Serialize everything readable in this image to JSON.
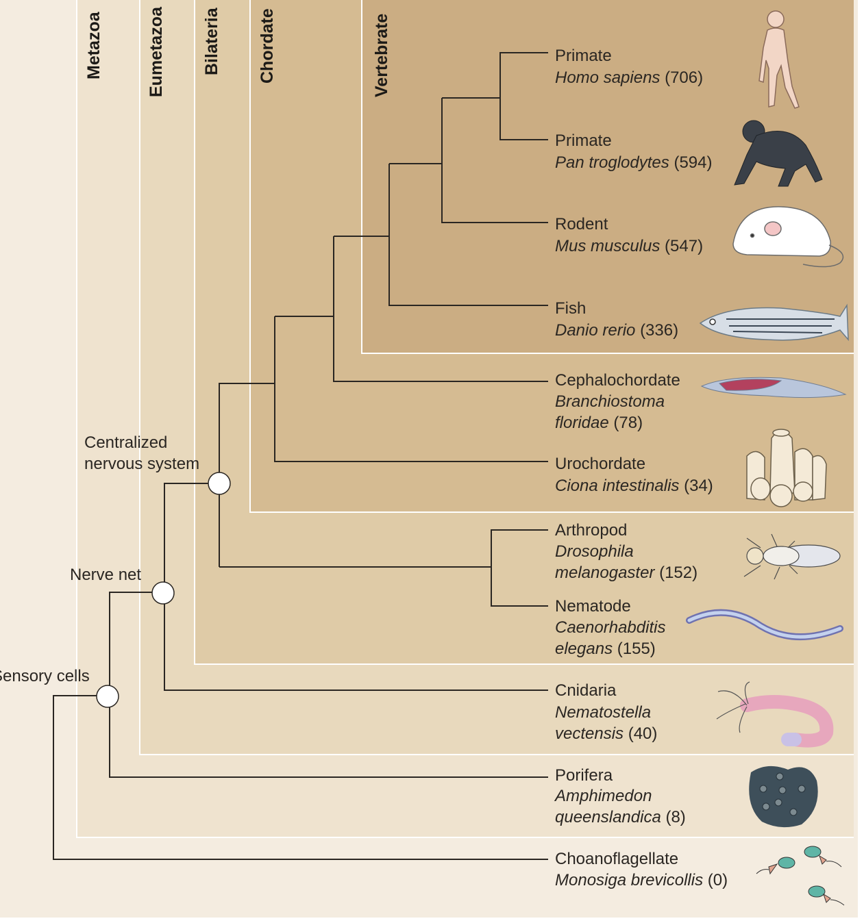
{
  "clades": [
    {
      "id": "metazoa",
      "label": "Metazoa",
      "color": "#efe3cf"
    },
    {
      "id": "eumetazoa",
      "label": "Eumetazoa",
      "color": "#e8d9bd"
    },
    {
      "id": "bilateria",
      "label": "Bilateria",
      "color": "#dfcba7"
    },
    {
      "id": "chordate",
      "label": "Chordate",
      "color": "#d5bb92"
    },
    {
      "id": "vertebrate",
      "label": "Vertebrate",
      "color": "#cbad83"
    }
  ],
  "outer_color": "#f4ece0",
  "taxa": [
    {
      "group": "Primate",
      "species": "Homo sapiens",
      "count": "(706)",
      "icon": "human-icon"
    },
    {
      "group": "Primate",
      "species": "Pan troglodytes",
      "count": "(594)",
      "icon": "chimpanzee-icon"
    },
    {
      "group": "Rodent",
      "species": "Mus musculus",
      "count": "(547)",
      "icon": "mouse-icon"
    },
    {
      "group": "Fish",
      "species": "Danio rerio",
      "count": "(336)",
      "icon": "zebrafish-icon"
    },
    {
      "group": "Cephalochordate",
      "species_lines": [
        "Branchiostoma",
        "floridae"
      ],
      "count": "(78)",
      "icon": "lancelet-icon"
    },
    {
      "group": "Urochordate",
      "species": "Ciona intestinalis",
      "count": "(34)",
      "icon": "sea-squirt-icon"
    },
    {
      "group": "Arthropod",
      "species_lines": [
        "Drosophila",
        "melanogaster"
      ],
      "count": "(152)",
      "icon": "fruit-fly-icon"
    },
    {
      "group": "Nematode",
      "species_lines": [
        "Caenorhabditis",
        "elegans"
      ],
      "count": "(155)",
      "icon": "nematode-icon"
    },
    {
      "group": "Cnidaria",
      "species_lines": [
        "Nematostella",
        "vectensis"
      ],
      "count": "(40)",
      "icon": "sea-anemone-icon"
    },
    {
      "group": "Porifera",
      "species_lines": [
        "Amphimedon",
        "queenslandica"
      ],
      "count": "(8)",
      "icon": "sponge-icon"
    },
    {
      "group": "Choanoflagellate",
      "species": "Monosiga brevicollis",
      "count": "(0)",
      "icon": "choanoflagellate-icon"
    }
  ],
  "nodes": [
    {
      "id": "sensory",
      "label": "Sensory cells"
    },
    {
      "id": "nerve",
      "label": "Nerve net"
    },
    {
      "id": "cns",
      "label_lines": [
        "Centralized",
        "nervous system"
      ]
    }
  ]
}
